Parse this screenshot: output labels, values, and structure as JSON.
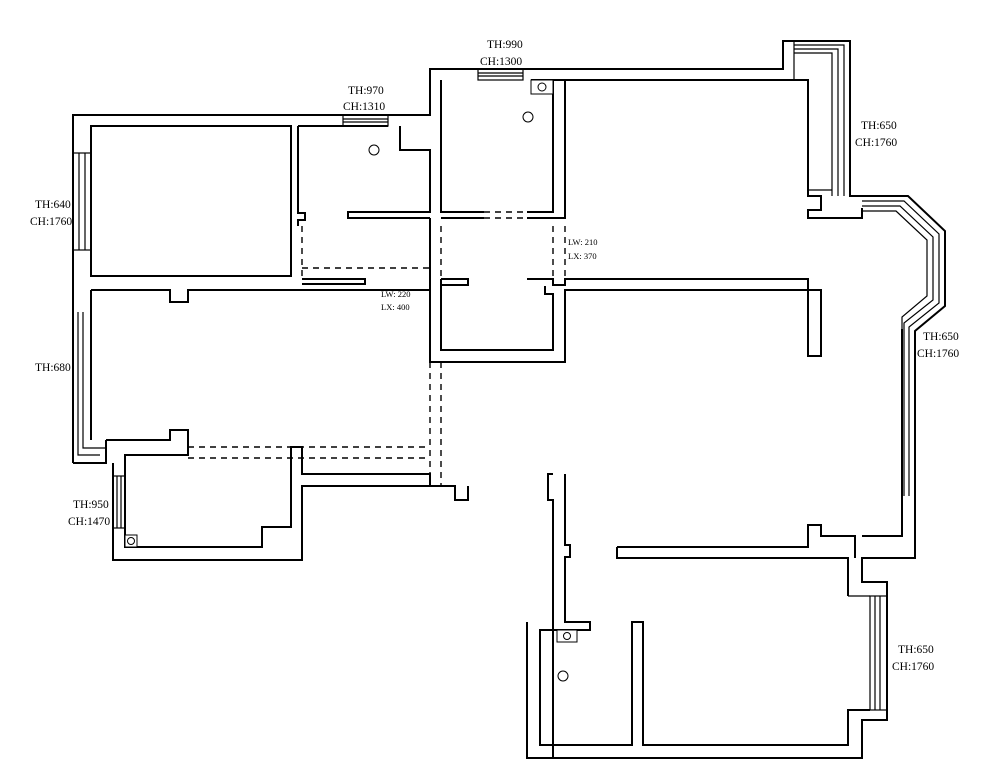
{
  "labels": {
    "window_top_left": {
      "th": "TH:970",
      "ch": "CH:1310"
    },
    "window_top_mid": {
      "th": "TH:990",
      "ch": "CH:1300"
    },
    "window_left_top": {
      "th": "TH:640",
      "ch": "CH:1760"
    },
    "window_left_mid": {
      "th": "TH:680"
    },
    "window_left_bot": {
      "th": "TH:950",
      "ch": "CH:1470"
    },
    "window_right_top": {
      "th": "TH:650",
      "ch": "CH:1760"
    },
    "window_right_mid": {
      "th": "TH:650",
      "ch": "CH:1760"
    },
    "window_right_bot": {
      "th": "TH:650",
      "ch": "CH:1760"
    },
    "beam_a": {
      "lw": "LW: 220",
      "lx": "LX: 400"
    },
    "beam_b": {
      "lw": "LW: 210",
      "lx": "LX: 370"
    }
  }
}
